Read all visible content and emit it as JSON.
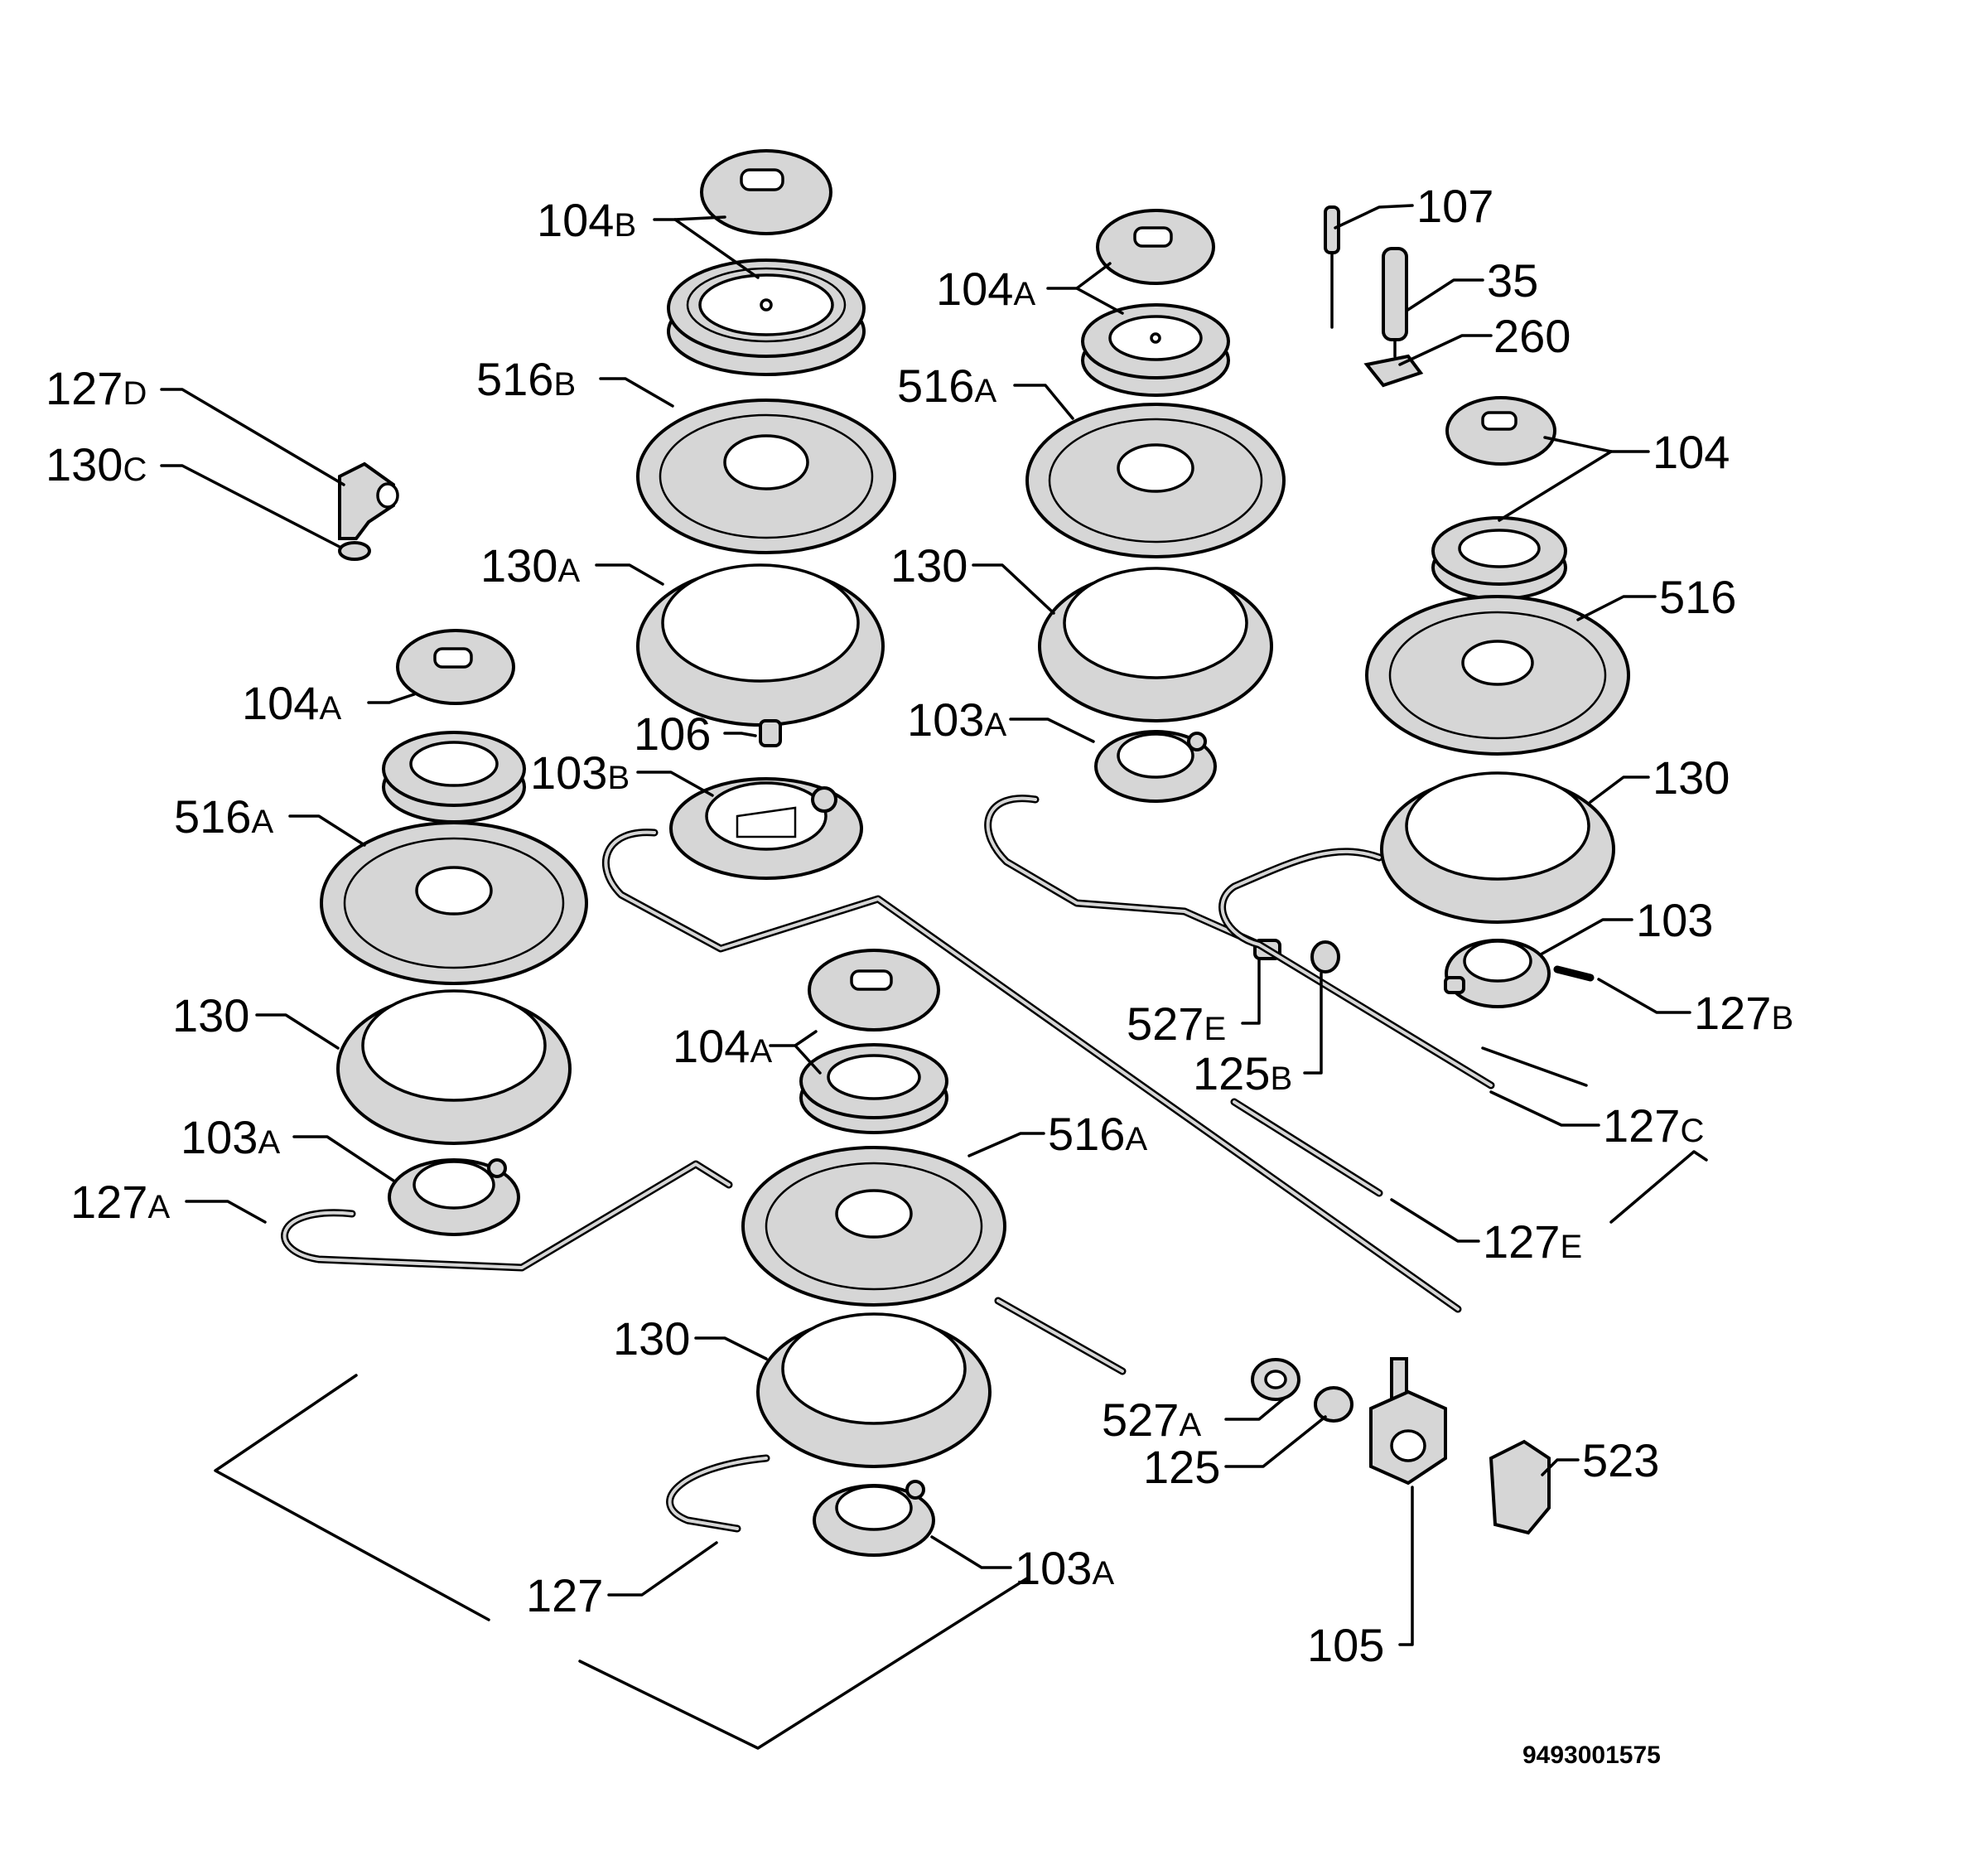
{
  "diagram": {
    "reference_number": "9493001575",
    "labels": [
      {
        "id": "l-104b",
        "main": "104",
        "suffix": "B"
      },
      {
        "id": "l-127d",
        "main": "127",
        "suffix": "D"
      },
      {
        "id": "l-130c",
        "main": "130",
        "suffix": "C"
      },
      {
        "id": "l-516b",
        "main": "516",
        "suffix": "B"
      },
      {
        "id": "l-130a",
        "main": "130",
        "suffix": "A"
      },
      {
        "id": "l-104a-top",
        "main": "104",
        "suffix": "A"
      },
      {
        "id": "l-516a-top",
        "main": "516",
        "suffix": "A"
      },
      {
        "id": "l-130-mid",
        "main": "130",
        "suffix": ""
      },
      {
        "id": "l-103a-mid",
        "main": "103",
        "suffix": "A"
      },
      {
        "id": "l-107",
        "main": "107",
        "suffix": ""
      },
      {
        "id": "l-35",
        "main": "35",
        "suffix": ""
      },
      {
        "id": "l-260",
        "main": "260",
        "suffix": ""
      },
      {
        "id": "l-104",
        "main": "104",
        "suffix": ""
      },
      {
        "id": "l-516",
        "main": "516",
        "suffix": ""
      },
      {
        "id": "l-130-right",
        "main": "130",
        "suffix": ""
      },
      {
        "id": "l-103",
        "main": "103",
        "suffix": ""
      },
      {
        "id": "l-127b",
        "main": "127",
        "suffix": "B"
      },
      {
        "id": "l-127c",
        "main": "127",
        "suffix": "C"
      },
      {
        "id": "l-127e",
        "main": "127",
        "suffix": "E"
      },
      {
        "id": "l-527e",
        "main": "527",
        "suffix": "E"
      },
      {
        "id": "l-125b",
        "main": "125",
        "suffix": "B"
      },
      {
        "id": "l-104a-left",
        "main": "104",
        "suffix": "A"
      },
      {
        "id": "l-106",
        "main": "106",
        "suffix": ""
      },
      {
        "id": "l-103b",
        "main": "103",
        "suffix": "B"
      },
      {
        "id": "l-516a-left",
        "main": "516",
        "suffix": "A"
      },
      {
        "id": "l-130-left",
        "main": "130",
        "suffix": ""
      },
      {
        "id": "l-103a-left",
        "main": "103",
        "suffix": "A"
      },
      {
        "id": "l-127a",
        "main": "127",
        "suffix": "A"
      },
      {
        "id": "l-104a-bottom",
        "main": "104",
        "suffix": "A"
      },
      {
        "id": "l-516a-bottom",
        "main": "516",
        "suffix": "A"
      },
      {
        "id": "l-130-bottom",
        "main": "130",
        "suffix": ""
      },
      {
        "id": "l-103a-bottom",
        "main": "103",
        "suffix": "A"
      },
      {
        "id": "l-127",
        "main": "127",
        "suffix": ""
      },
      {
        "id": "l-527a",
        "main": "527",
        "suffix": "A"
      },
      {
        "id": "l-125",
        "main": "125",
        "suffix": ""
      },
      {
        "id": "l-105",
        "main": "105",
        "suffix": ""
      },
      {
        "id": "l-523",
        "main": "523",
        "suffix": ""
      }
    ]
  }
}
